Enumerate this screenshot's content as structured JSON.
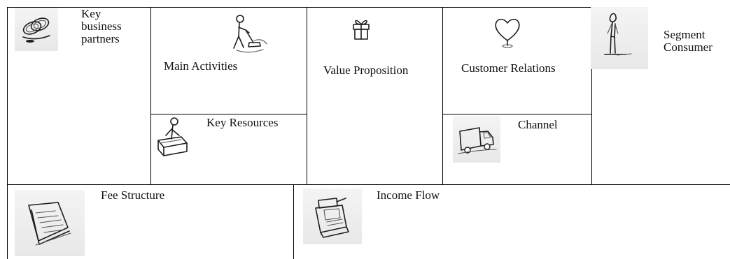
{
  "canvas": {
    "cells": {
      "key_partners": {
        "label": "Key\nbusiness\npartners",
        "icon": "rings-icon"
      },
      "main_activities": {
        "label": "Main Activities",
        "icon": "worker-vacuum-icon"
      },
      "key_resources": {
        "label": "Key Resources",
        "icon": "worker-box-icon"
      },
      "value_proposition": {
        "label": "Value Proposition",
        "icon": "gift-icon"
      },
      "customer_relations": {
        "label": "Customer Relations",
        "icon": "heart-icon"
      },
      "channel": {
        "label": "Channel",
        "icon": "truck-icon"
      },
      "segment_consumer": {
        "label": "Segment\nConsumer",
        "icon": "person-icon"
      },
      "fee_structure": {
        "label": "Fee Structure",
        "icon": "document-icon"
      },
      "income_flow": {
        "label": "Income Flow",
        "icon": "cash-register-icon"
      }
    },
    "line_color": "#000000",
    "icon_bg_color": "#eeeeee"
  }
}
